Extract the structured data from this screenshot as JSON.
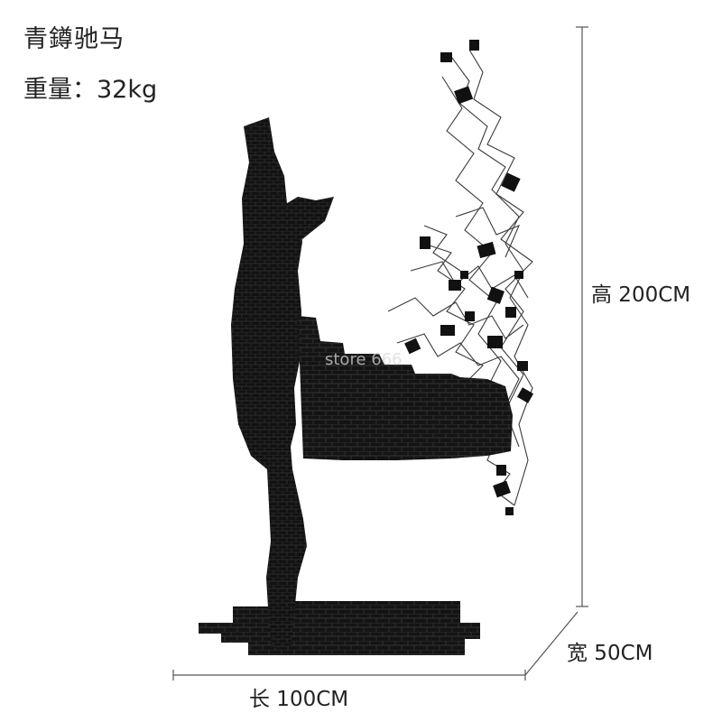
{
  "product": {
    "title": "青鐏驰马",
    "weight": "重量：32kg"
  },
  "dimensions": {
    "height": "高 200CM",
    "width": "宽 50CM",
    "length": "长 100CM"
  },
  "watermark": "store 666",
  "colors": {
    "sculpture": "#111111",
    "sculpture_highlight": "#2b2b2b",
    "dimension_line": "#555555",
    "text": "#222222"
  }
}
